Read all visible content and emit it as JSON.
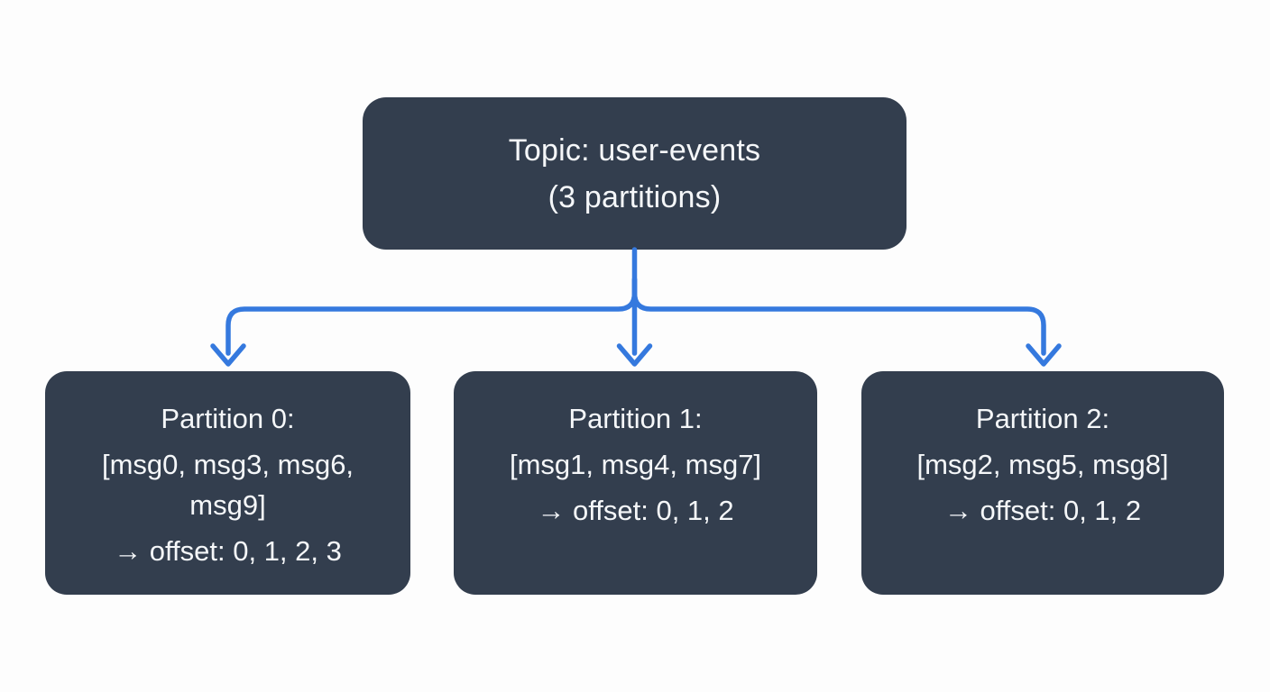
{
  "theme": {
    "canvas_bg": "#fdfdfd",
    "node_bg": "#333e4e",
    "arrow_color": "#3579de",
    "text_color": "#f5f7f9"
  },
  "diagram": {
    "type": "flowchart",
    "topic": {
      "title": "Topic: user-events",
      "subtitle": "(3 partitions)"
    },
    "partitions": [
      {
        "title": "Partition 0:",
        "messages": "[msg0, msg3, msg6, msg9]",
        "offsets": "→ offset: 0, 1, 2, 3"
      },
      {
        "title": "Partition 1:",
        "messages": "[msg1, msg4, msg7]",
        "offsets": "→ offset: 0, 1, 2"
      },
      {
        "title": "Partition 2:",
        "messages": "[msg2, msg5, msg8]",
        "offsets": "→ offset: 0, 1, 2"
      }
    ]
  }
}
